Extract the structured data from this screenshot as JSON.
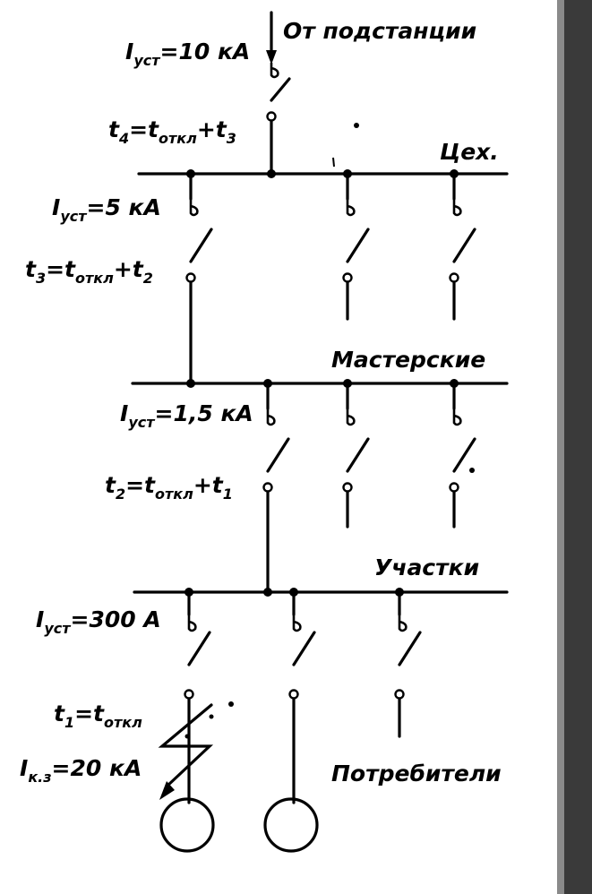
{
  "supply": {
    "text": "От подстанции",
    "setting": {
      "main": "I",
      "sub": "уст",
      "value": "=10 кА"
    },
    "time": {
      "main": "t",
      "sub": "4",
      "eq": "=t",
      "sub2": "откл",
      "plus": "+t",
      "sub3": "3"
    }
  },
  "buses": {
    "shop": "Цех.",
    "workshops": "Мастерские",
    "sections": "Участки"
  },
  "level_shop": {
    "setting": {
      "main": "I",
      "sub": "уст",
      "value": "=5 кА"
    },
    "time": {
      "main": "t",
      "sub": "3",
      "eq": "=t",
      "sub2": "откл",
      "plus": "+t",
      "sub3": "2"
    }
  },
  "level_workshops": {
    "setting": {
      "main": "I",
      "sub": "уст",
      "value": "=1,5 кА"
    },
    "time": {
      "main": "t",
      "sub": "2",
      "eq": "=t",
      "sub2": "откл",
      "plus": "+t",
      "sub3": "1"
    }
  },
  "level_sections": {
    "setting": {
      "main": "I",
      "sub": "уст",
      "value": "=300 А"
    },
    "time": {
      "main": "t",
      "sub": "1",
      "eq": "=t",
      "sub2": "откл"
    }
  },
  "fault": {
    "main": "I",
    "sub": "к.з",
    "value": "=20 кА"
  },
  "consumers": "Потребители"
}
